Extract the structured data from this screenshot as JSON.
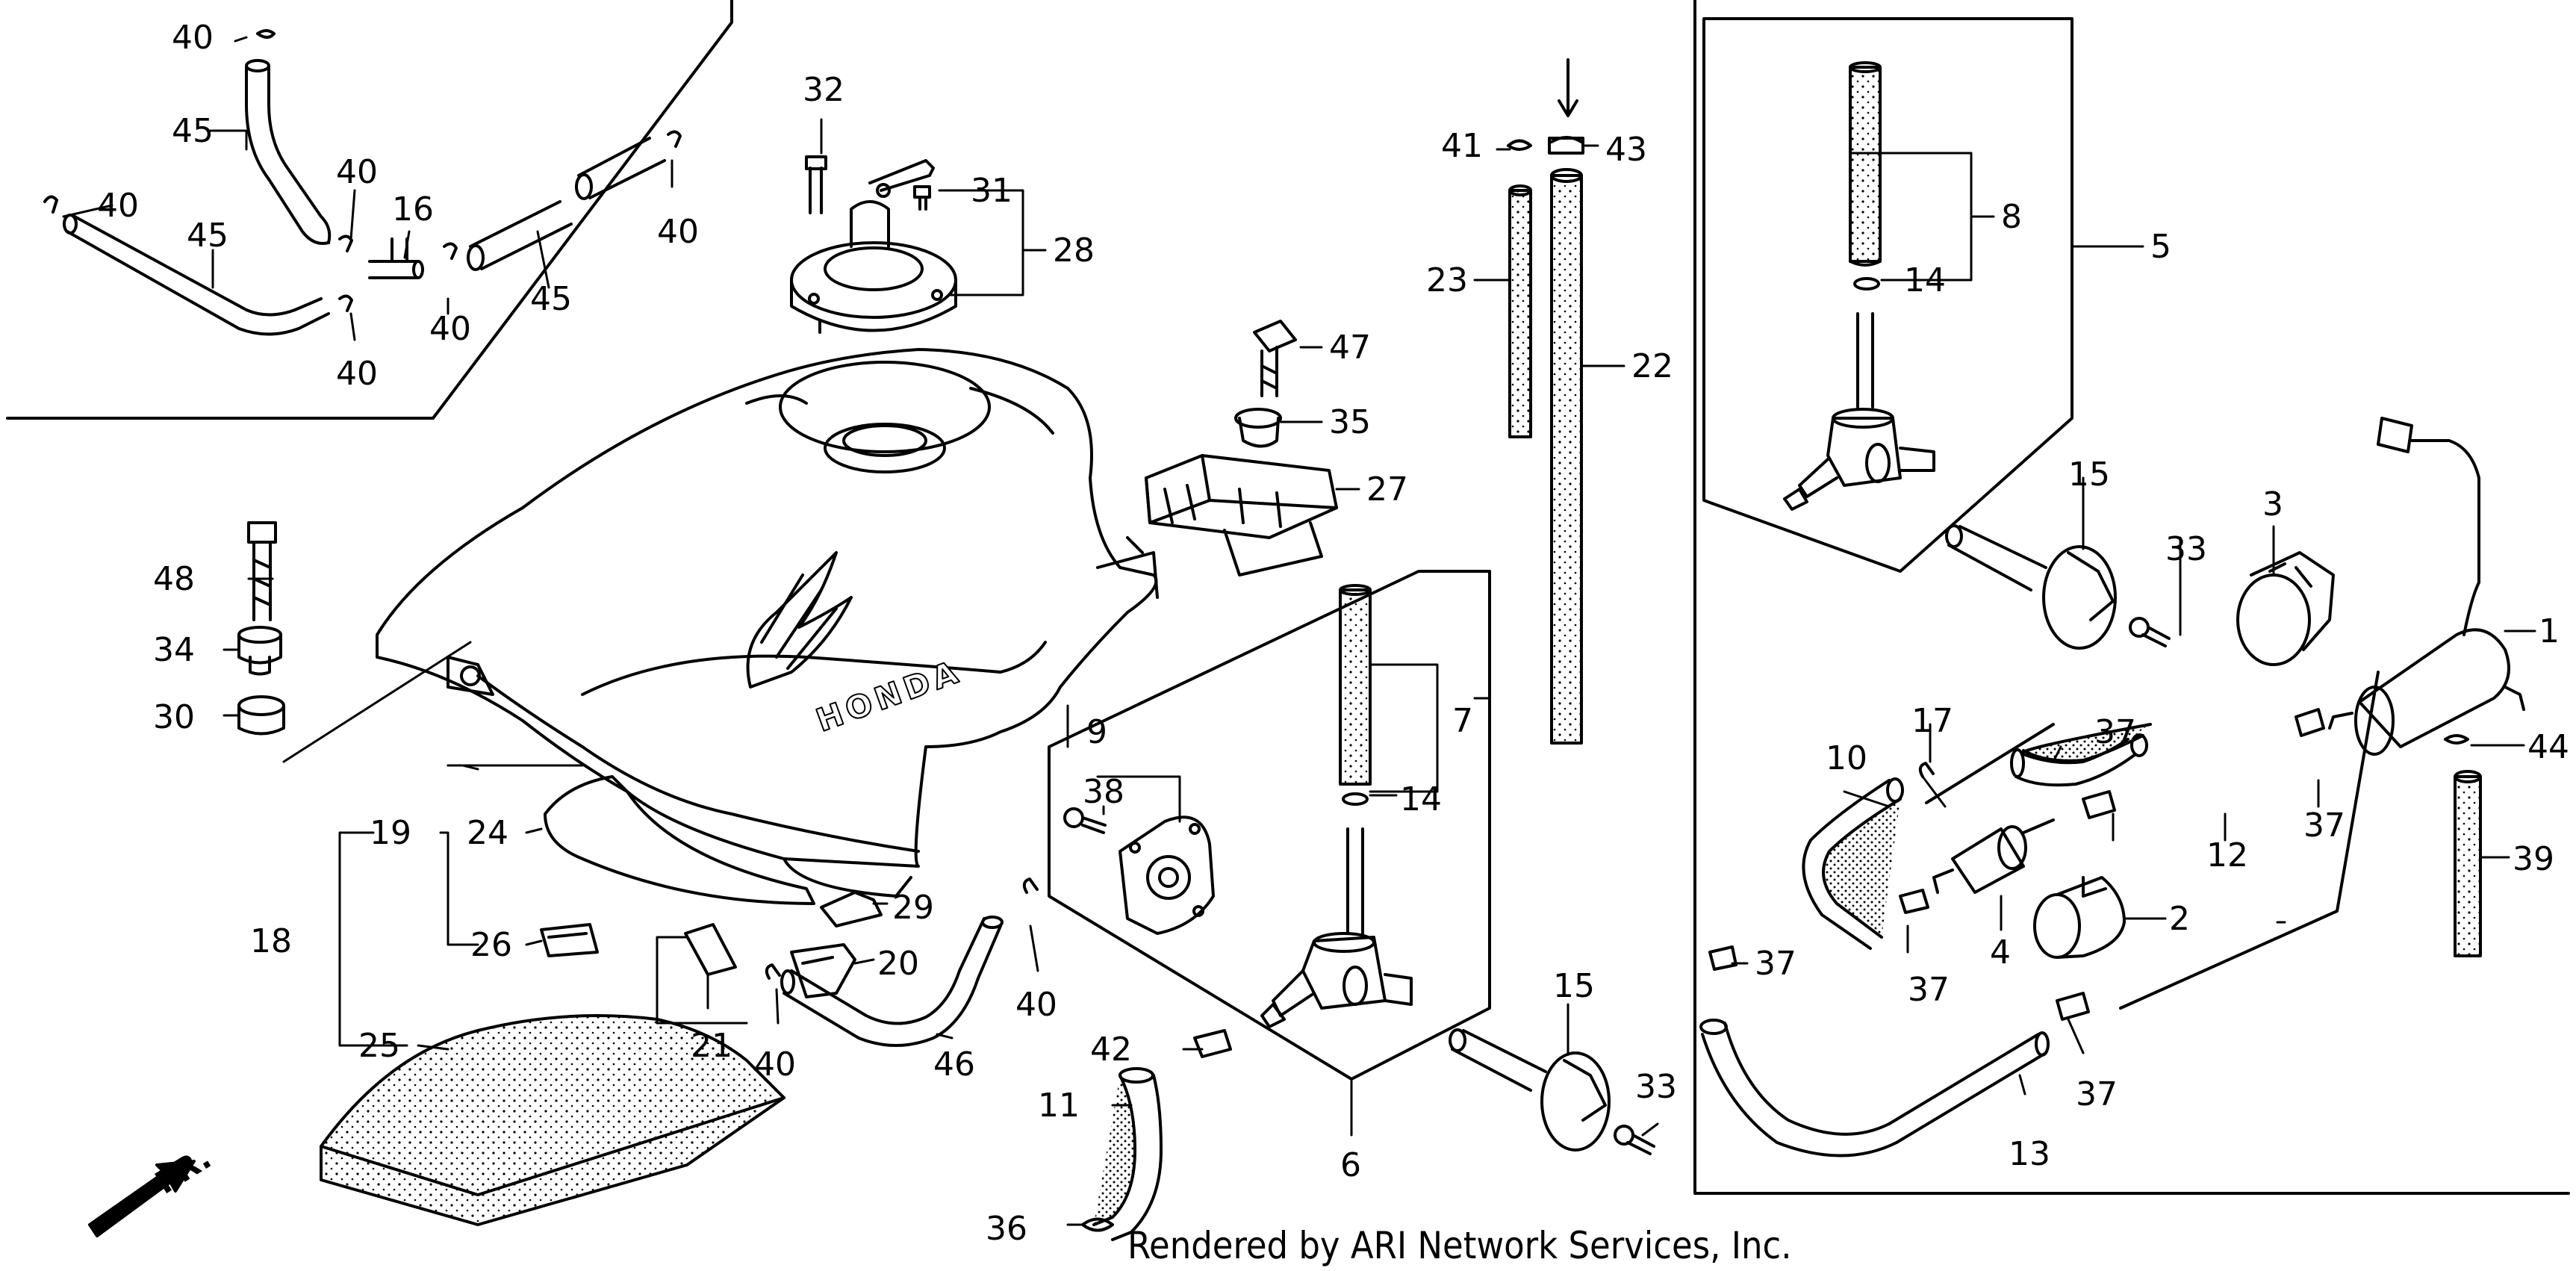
{
  "diagram": {
    "callouts": {
      "c1": "1",
      "c2": "2",
      "c3": "3",
      "c4": "4",
      "c5": "5",
      "c6": "6",
      "c7": "7",
      "c8": "8",
      "c9": "9",
      "c10": "10",
      "c11": "11",
      "c12": "12",
      "c13": "13",
      "c14a": "14",
      "c14b": "14",
      "c15a": "15",
      "c15b": "15",
      "c16": "16",
      "c17": "17",
      "c18": "18",
      "c19": "19",
      "c20": "20",
      "c21": "21",
      "c22": "22",
      "c23": "23",
      "c24": "24",
      "c25": "25",
      "c26": "26",
      "c27": "27",
      "c28": "28",
      "c29": "29",
      "c30": "30",
      "c31": "31",
      "c32": "32",
      "c33a": "33",
      "c33b": "33",
      "c34": "34",
      "c35": "35",
      "c36": "36",
      "c37a": "37",
      "c37b": "37",
      "c37c": "37",
      "c37d": "37",
      "c37e": "37",
      "c38": "38",
      "c39": "39",
      "c40a": "40",
      "c40b": "40",
      "c40c": "40",
      "c40d": "40",
      "c40e": "40",
      "c40f": "40",
      "c40g": "40",
      "c40h": "40",
      "c41": "41",
      "c42": "42",
      "c43": "43",
      "c44": "44",
      "c45a": "45",
      "c45b": "45",
      "c45c": "45",
      "c46": "46",
      "c47": "47",
      "c48": "48"
    },
    "tank_logo": "HONDA",
    "front_marker": "FR.",
    "credit": "Rendered by ARI Network Services, Inc."
  }
}
